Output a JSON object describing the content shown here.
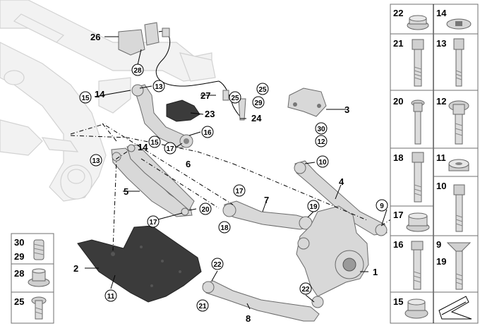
{
  "callouts": {
    "c26": "26",
    "c28": "28",
    "c27": "27",
    "c25": "25",
    "c25b": "25",
    "c29": "29",
    "c23": "23",
    "c24": "24",
    "c3": "3",
    "c30": "30",
    "c12": "12",
    "c15a": "15",
    "c14a": "14",
    "c13a": "13",
    "c16": "16",
    "c17a": "17",
    "c6": "6",
    "c14b": "14",
    "c15b": "15",
    "c13b": "13",
    "c5": "5",
    "c10": "10",
    "c4": "4",
    "c17b": "17",
    "c7": "7",
    "c9": "9",
    "c19": "19",
    "c18": "18",
    "c20": "20",
    "c17c": "17",
    "c2": "2",
    "c11": "11",
    "c1": "1",
    "c22a": "22",
    "c21a": "21",
    "c22b": "22",
    "c8": "8"
  },
  "right_panel": [
    {
      "left": "22",
      "right": "14"
    },
    {
      "left": "21",
      "right": "13"
    },
    {
      "left": "20",
      "right": "12"
    },
    {
      "left": "18",
      "right": "11"
    },
    {
      "left": "",
      "right": "10"
    },
    {
      "left": "17",
      "right": ""
    },
    {
      "left": "16",
      "right": "9",
      "right_extra": "19"
    },
    {
      "left": "15",
      "right": ""
    }
  ],
  "left_panel": [
    {
      "top": "30",
      "bottom": "29"
    },
    {
      "top": "28",
      "bottom": ""
    },
    {
      "top": "25",
      "bottom": ""
    }
  ],
  "icons": {
    "corner": "arrow-icon"
  }
}
